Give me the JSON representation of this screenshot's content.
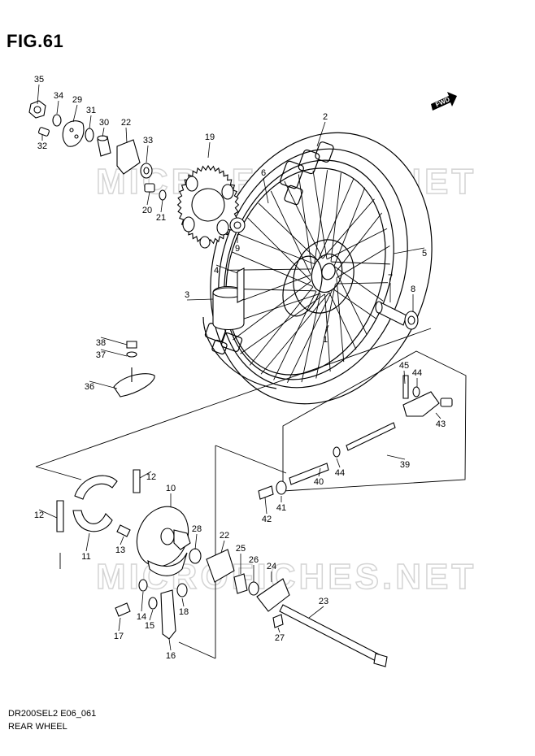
{
  "figure": {
    "title": "FIG.61",
    "code": "DR200SEL2 E06_061",
    "name": "REAR WHEEL",
    "fwd_badge": "FWD"
  },
  "watermarks": [
    "MICROFICHES.NET",
    "MICROFICHES.NET"
  ],
  "parts": [
    {
      "no": "35"
    },
    {
      "no": "34"
    },
    {
      "no": "29"
    },
    {
      "no": "31"
    },
    {
      "no": "30"
    },
    {
      "no": "22"
    },
    {
      "no": "33"
    },
    {
      "no": "32"
    },
    {
      "no": "20"
    },
    {
      "no": "21"
    },
    {
      "no": "19"
    },
    {
      "no": "9"
    },
    {
      "no": "2"
    },
    {
      "no": "6"
    },
    {
      "no": "5"
    },
    {
      "no": "4"
    },
    {
      "no": "3"
    },
    {
      "no": "7"
    },
    {
      "no": "8"
    },
    {
      "no": "1"
    },
    {
      "no": "38"
    },
    {
      "no": "37"
    },
    {
      "no": "36"
    },
    {
      "no": "45"
    },
    {
      "no": "44"
    },
    {
      "no": "43"
    },
    {
      "no": "39"
    },
    {
      "no": "40"
    },
    {
      "no": "44"
    },
    {
      "no": "42"
    },
    {
      "no": "41"
    },
    {
      "no": "12"
    },
    {
      "no": "12"
    },
    {
      "no": "10"
    },
    {
      "no": "11"
    },
    {
      "no": "13"
    },
    {
      "no": "28"
    },
    {
      "no": "22"
    },
    {
      "no": "25"
    },
    {
      "no": "26"
    },
    {
      "no": "24"
    },
    {
      "no": "23"
    },
    {
      "no": "27"
    },
    {
      "no": "14"
    },
    {
      "no": "15"
    },
    {
      "no": "18"
    },
    {
      "no": "17"
    },
    {
      "no": "16"
    }
  ]
}
